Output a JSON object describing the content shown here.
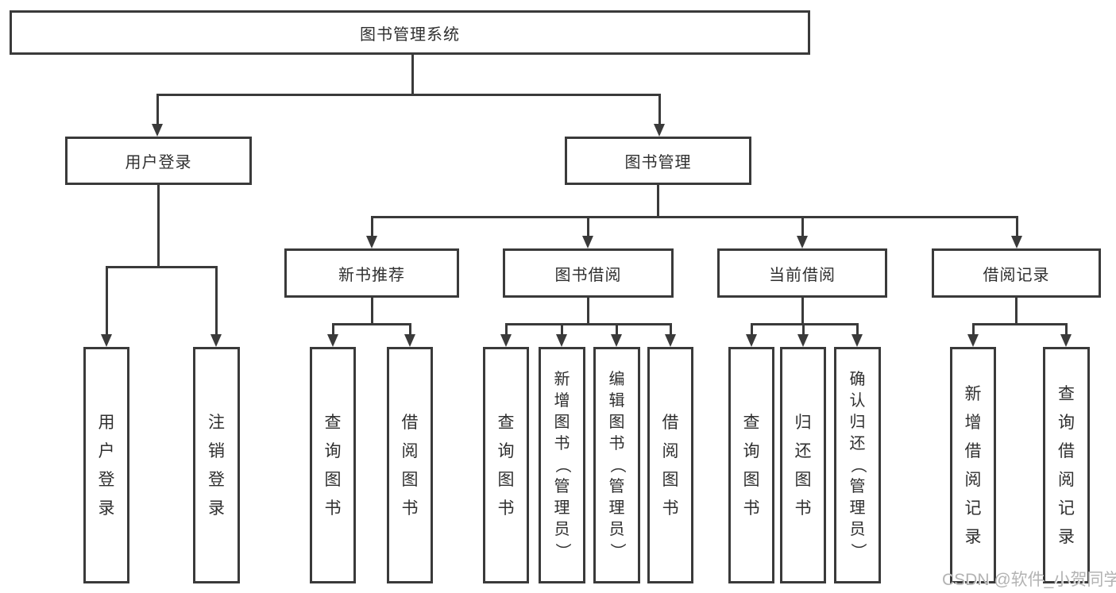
{
  "tree": {
    "root": "图书管理系统",
    "login": {
      "label": "用户登录",
      "children": [
        "用户登录",
        "注销登录"
      ]
    },
    "mgmt": {
      "label": "图书管理",
      "groups": [
        {
          "label": "新书推荐",
          "children": [
            "查询图书",
            "借阅图书"
          ]
        },
        {
          "label": "图书借阅",
          "children": [
            "查询图书",
            "新增图书（管理员）",
            "编辑图书（管理员）",
            "借阅图书"
          ]
        },
        {
          "label": "当前借阅",
          "children": [
            "查询图书",
            "归还图书",
            "确认归还（管理员）"
          ]
        },
        {
          "label": "借阅记录",
          "children": [
            "新增借阅记录",
            "查询借阅记录"
          ]
        }
      ]
    }
  },
  "watermark": "CSDN @软件_小贺同学"
}
